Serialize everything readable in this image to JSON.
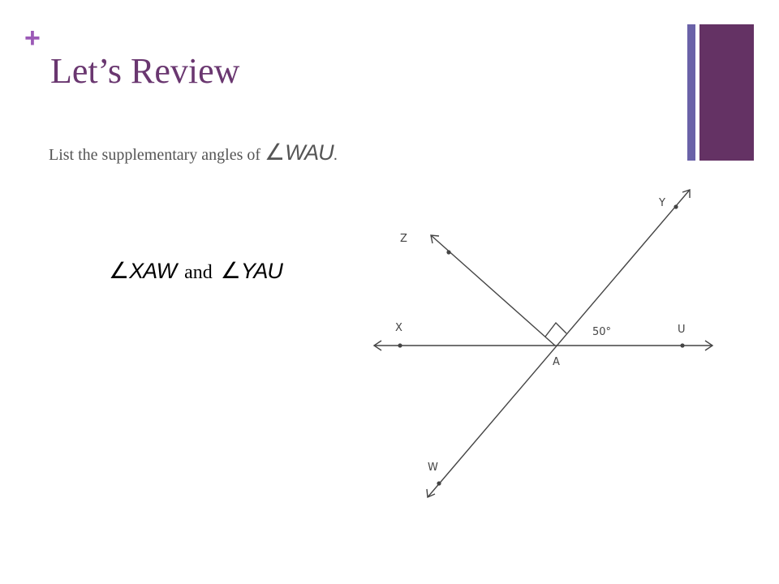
{
  "slide": {
    "plus": "+",
    "title": "Let’s Review",
    "prompt": {
      "text": "List the supplementary angles of",
      "angle_symbol": "∠",
      "angle_name": "WAU",
      "end": "."
    },
    "answer": {
      "angle_symbol": "∠",
      "first": "XAW",
      "conjunction": "and",
      "second": "YAU"
    }
  },
  "diagram": {
    "labels": {
      "x": "X",
      "u": "U",
      "y": "Y",
      "z": "Z",
      "w": "W",
      "a": "A",
      "angle": "50°"
    }
  },
  "colors": {
    "title": "#6a3770",
    "plus": "#9b59b6",
    "bar_thin": "#6a62a8",
    "bar_wide": "#643264",
    "lines": "#444444"
  }
}
